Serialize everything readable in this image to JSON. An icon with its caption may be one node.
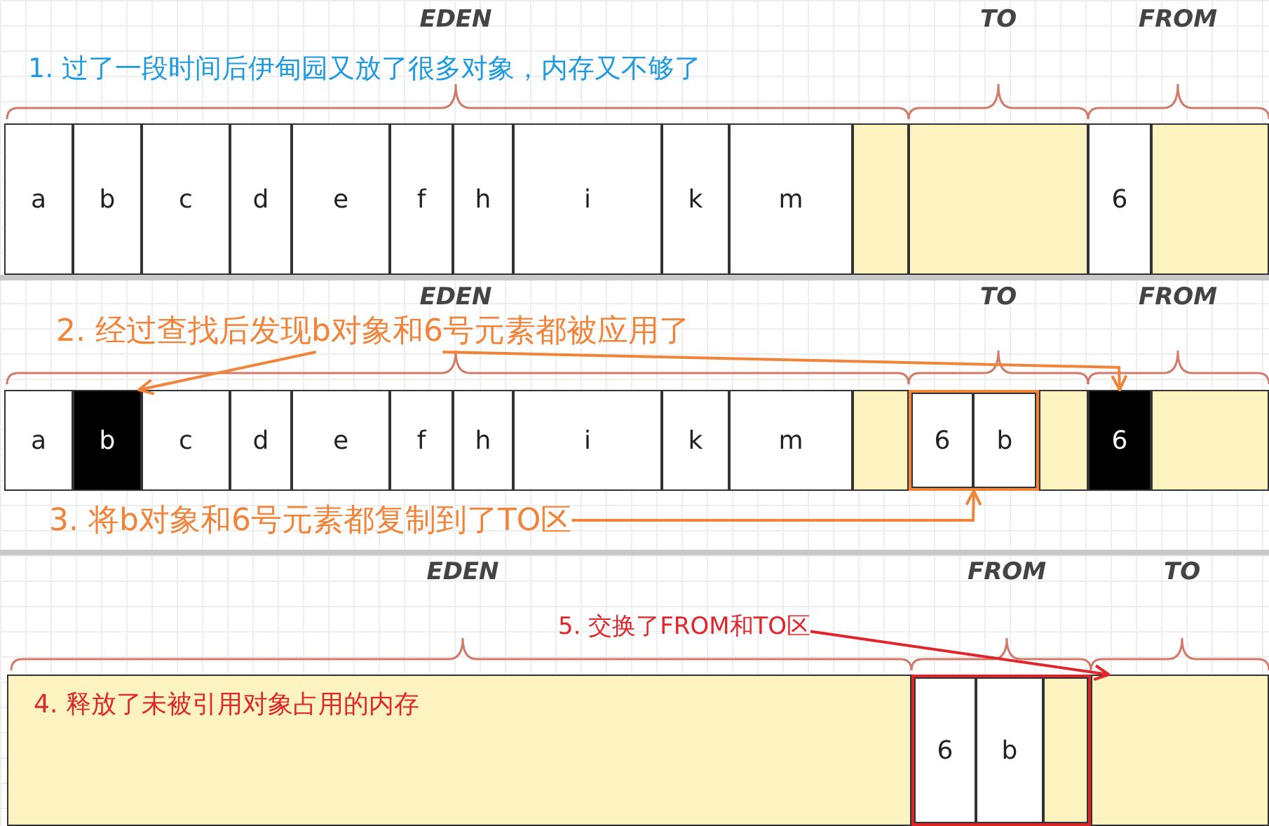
{
  "diagram": {
    "nodes": [
      {
        "text": [
          "a"
        ]
      },
      {
        "text": [
          "b"
        ]
      },
      {
        "text": [
          "c"
        ]
      },
      {
        "text": [
          "d"
        ]
      },
      {
        "text": [
          "e"
        ]
      },
      {
        "text": [
          "f"
        ]
      },
      {
        "text": [
          "h"
        ]
      },
      {
        "text": [
          "i"
        ]
      },
      {
        "text": [
          "k"
        ]
      },
      {
        "text": [
          "m"
        ]
      },
      {
        "text": [],
        "shape": "box"
      },
      {
        "text": [],
        "shape": "box"
      },
      {
        "text": [
          "6"
        ]
      },
      {
        "text": [],
        "shape": "box"
      },
      {
        "text": [
          "2. 经过查找后发现b对象和6号元素都被应用了"
        ]
      },
      {
        "text": [
          "a"
        ]
      },
      {
        "text": [
          "b"
        ]
      },
      {
        "text": [
          "c"
        ]
      },
      {
        "text": [
          "d"
        ]
      },
      {
        "text": [
          "e"
        ]
      },
      {
        "text": [
          "f"
        ]
      },
      {
        "text": [
          "h"
        ]
      },
      {
        "text": [
          "i"
        ]
      },
      {
        "text": [
          "k"
        ]
      },
      {
        "text": [
          "m"
        ]
      },
      {
        "text": [],
        "shape": "box"
      },
      {
        "text": [],
        "shape": "box"
      },
      {
        "text": [
          "6"
        ],
        "in": 26
      },
      {
        "text": [
          "b"
        ],
        "in": 26
      },
      {
        "text": [],
        "shape": "box"
      },
      {
        "text": [
          "6"
        ]
      },
      {
        "text": [],
        "shape": "box"
      },
      {
        "text": [
          "3. 将b对象和6号元素都复制到了TO区"
        ]
      },
      {
        "text": [
          "5. 交换了FROM和TO区"
        ]
      },
      {
        "text": [
          "4. 释放了未被引用对象占用的内存"
        ]
      },
      {
        "text": [],
        "shape": "box"
      },
      {
        "text": [
          "6"
        ],
        "in": 35
      },
      {
        "text": [
          "b"
        ],
        "in": 35
      },
      {
        "text": [],
        "shape": "box",
        "in": 35
      },
      {
        "text": [],
        "shape": "box"
      }
    ],
    "edges": [
      {
        "from": 14,
        "to": 16,
        "arrow": "to"
      },
      {
        "from": 14,
        "to": 30,
        "arrow": "to"
      },
      {
        "from": 32,
        "to": 26,
        "arrow": "to"
      },
      {
        "from": 33,
        "to": 39,
        "arrow": "to",
        "color": "#e0262b"
      }
    ],
    "labels": [
      "EDEN",
      "TO",
      "FROM",
      "1. 过了一段时间后伊甸园又放了很多对象，内存又不够了",
      "EDEN",
      "TO",
      "FROM",
      "EDEN",
      "FROM",
      "TO"
    ]
  }
}
